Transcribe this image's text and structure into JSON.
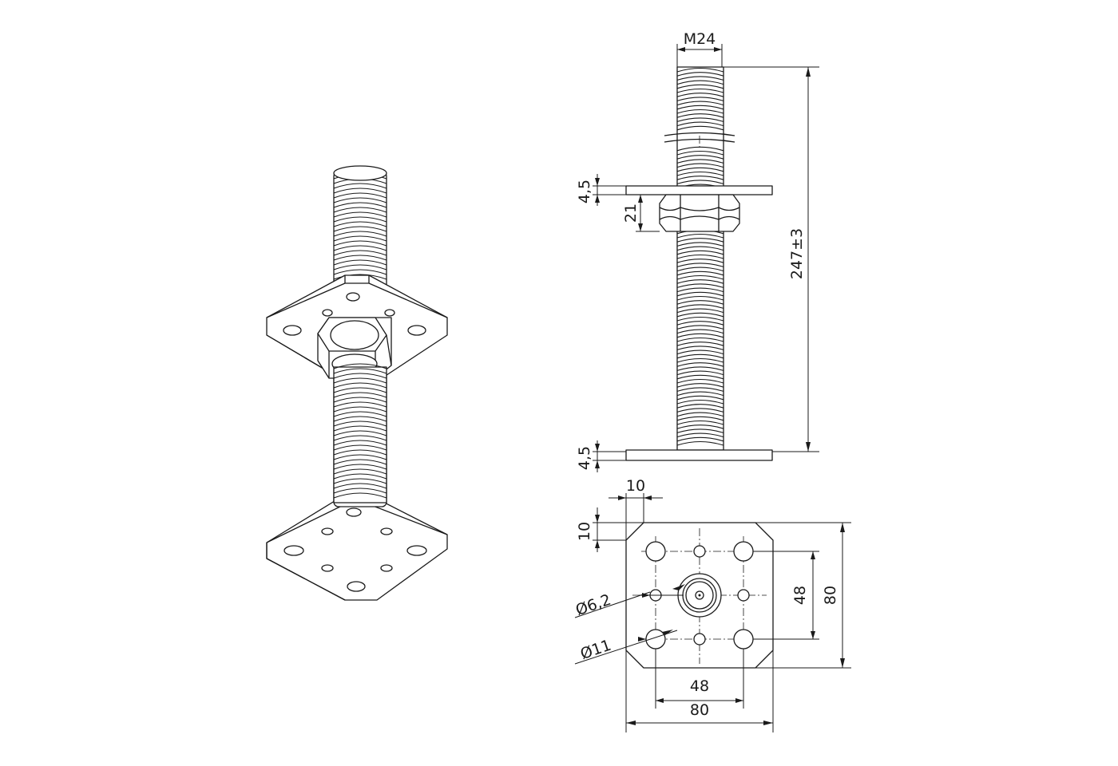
{
  "figure": {
    "description_visible": false,
    "dimensions": {
      "thread": "M24",
      "plate_thickness_top": "4,5",
      "nut_height": "21",
      "total_length": "247±3",
      "plate_thickness_bottom": "4,5",
      "corner_chamfer_x": "10",
      "corner_chamfer_y": "10",
      "small_hole_dia": "Ø6,2",
      "large_hole_dia": "Ø11",
      "hole_spacing_vertical": "48",
      "plate_height": "80",
      "hole_spacing_horizontal": "48",
      "plate_width": "80"
    }
  }
}
